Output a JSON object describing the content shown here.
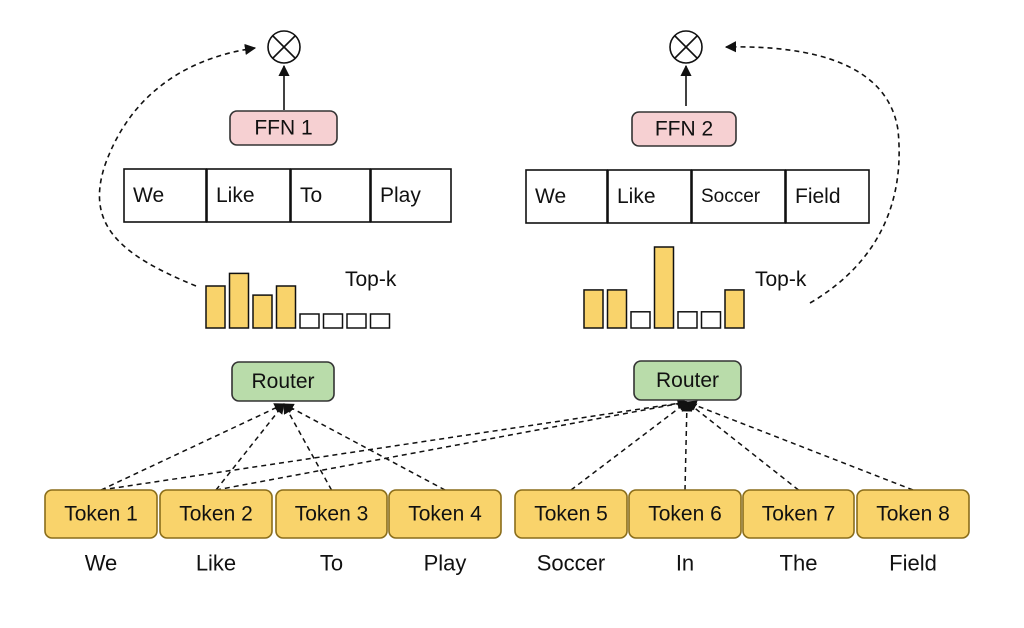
{
  "colors": {
    "token_fill": "#f9d36b",
    "token_stroke": "#8a6d1a",
    "router_fill": "#b9dcaa",
    "router_stroke": "#333333",
    "ffn_fill": "#f6d0d2",
    "ffn_stroke": "#333333",
    "bar_fill": "#f9d36b",
    "line": "#111111"
  },
  "icons": {
    "combine": "circled-times-icon"
  },
  "left": {
    "ffn_label": "FFN 1",
    "router_label": "Router",
    "topk_label": "Top-k",
    "selected_words": [
      "We",
      "Like",
      "To",
      "Play"
    ],
    "router_scores": [
      0.6,
      0.78,
      0.47,
      0.6,
      0.2,
      0.2,
      0.2,
      0.2
    ],
    "selected_bars": [
      true,
      true,
      true,
      true,
      false,
      false,
      false,
      false
    ]
  },
  "right": {
    "ffn_label": "FFN 2",
    "router_label": "Router",
    "topk_label": "Top-k",
    "selected_words": [
      "We",
      "Like",
      "Soccer",
      "Field"
    ],
    "router_scores": [
      0.47,
      0.47,
      0.2,
      1.0,
      0.2,
      0.2,
      0.47
    ],
    "selected_bars": [
      true,
      true,
      false,
      true,
      false,
      false,
      true
    ]
  },
  "tokens": [
    {
      "label": "Token 1",
      "word": "We"
    },
    {
      "label": "Token 2",
      "word": "Like"
    },
    {
      "label": "Token 3",
      "word": "To"
    },
    {
      "label": "Token 4",
      "word": "Play"
    },
    {
      "label": "Token 5",
      "word": "Soccer"
    },
    {
      "label": "Token 6",
      "word": "In"
    },
    {
      "label": "Token 7",
      "word": "The"
    },
    {
      "label": "Token 8",
      "word": "Field"
    }
  ]
}
